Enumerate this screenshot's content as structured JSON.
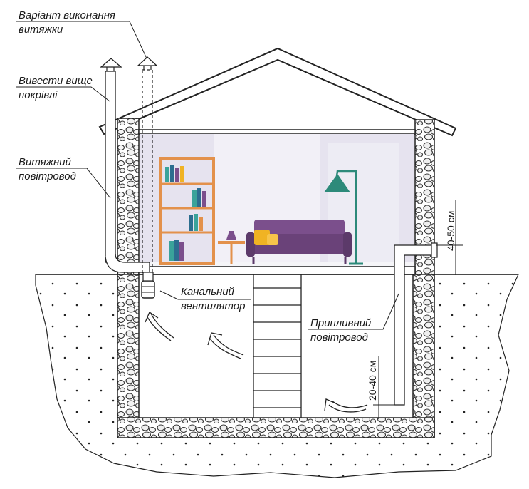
{
  "labels": {
    "exhaust_variant_line1": "Варіант виконання",
    "exhaust_variant_line2": "витяжки",
    "above_roof_line1": "Вивести вище",
    "above_roof_line2": "покрівлі",
    "exhaust_duct_line1": "Витяжний",
    "exhaust_duct_line2": "повітровод",
    "duct_fan_line1": "Канальний",
    "duct_fan_line2": "вентилятор",
    "supply_duct_line1": "Припливний",
    "supply_duct_line2": "повітровод"
  },
  "dimensions": {
    "outside_height": "40-50 см",
    "floor_height": "20-40 см"
  },
  "colors": {
    "wall_stone": "#f4f4f4",
    "room_bg": "#e6e3ef",
    "sofa": "#7b4f8c",
    "cushion": "#f0b323",
    "lamp": "#2d8a7a",
    "shelf": "#e3914b",
    "soil_dot": "#222222",
    "outline": "#222222"
  }
}
